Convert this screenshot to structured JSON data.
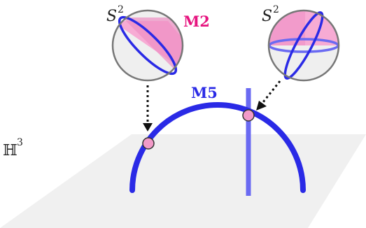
{
  "labels": {
    "sphere_left_symbol": "S",
    "sphere_left_exp": "2",
    "sphere_right_symbol": "S",
    "sphere_right_exp": "2",
    "m2": "M2",
    "m5": "M5",
    "space_symbol": "ℍ",
    "space_exp": "3"
  },
  "colors": {
    "m2": "#e6147f",
    "m5": "#2a2ae6",
    "plane": "#f0f0f0",
    "sphere_fill": "#efefef",
    "sphere_stroke": "#777777",
    "cap_fill": "#f7a6d2",
    "point_fill": "#f29ac8"
  }
}
